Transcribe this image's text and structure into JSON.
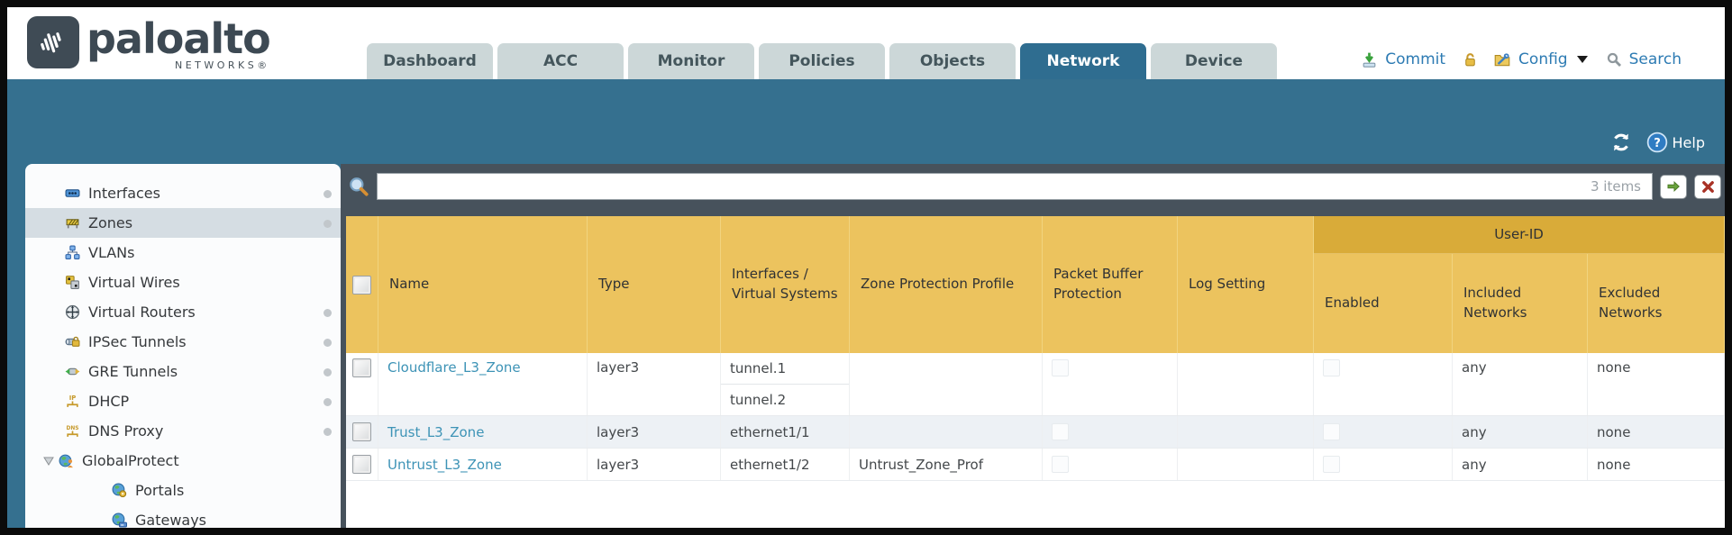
{
  "brand": {
    "name": "paloalto",
    "subtitle": "NETWORKS®"
  },
  "header": {
    "tabs": [
      {
        "label": "Dashboard",
        "active": false
      },
      {
        "label": "ACC",
        "active": false
      },
      {
        "label": "Monitor",
        "active": false
      },
      {
        "label": "Policies",
        "active": false
      },
      {
        "label": "Objects",
        "active": false
      },
      {
        "label": "Network",
        "active": true
      },
      {
        "label": "Device",
        "active": false
      }
    ],
    "actions": {
      "commit": "Commit",
      "config": "Config",
      "search": "Search"
    }
  },
  "banner": {
    "help": "Help"
  },
  "sidebar": {
    "items": [
      {
        "label": "Interfaces",
        "icon": "interfaces-icon",
        "selected": false,
        "has_dot": true
      },
      {
        "label": "Zones",
        "icon": "zones-icon",
        "selected": true,
        "has_dot": true
      },
      {
        "label": "VLANs",
        "icon": "vlans-icon",
        "selected": false,
        "has_dot": false
      },
      {
        "label": "Virtual Wires",
        "icon": "virtual-wires-icon",
        "selected": false,
        "has_dot": false
      },
      {
        "label": "Virtual Routers",
        "icon": "virtual-routers-icon",
        "selected": false,
        "has_dot": true
      },
      {
        "label": "IPSec Tunnels",
        "icon": "ipsec-tunnels-icon",
        "selected": false,
        "has_dot": true
      },
      {
        "label": "GRE Tunnels",
        "icon": "gre-tunnels-icon",
        "selected": false,
        "has_dot": false
      },
      {
        "label": "DHCP",
        "icon": "dhcp-icon",
        "selected": false,
        "has_dot": true
      },
      {
        "label": "DNS Proxy",
        "icon": "dns-proxy-icon",
        "selected": false,
        "has_dot": true
      },
      {
        "label": "GlobalProtect",
        "icon": "globalprotect-icon",
        "selected": false,
        "has_dot": false,
        "expanded": true
      },
      {
        "label": "Portals",
        "icon": "portals-icon",
        "selected": false,
        "has_dot": false,
        "child": true
      },
      {
        "label": "Gateways",
        "icon": "gateways-icon",
        "selected": false,
        "has_dot": false,
        "child": true
      }
    ]
  },
  "toolbar": {
    "filter_value": "",
    "items_count": "3 items"
  },
  "table": {
    "group_header": "User-ID",
    "columns": [
      "Name",
      "Type",
      "Interfaces / Virtual Systems",
      "Zone Protection Profile",
      "Packet Buffer Protection",
      "Log Setting",
      "Enabled",
      "Included Networks",
      "Excluded Networks"
    ],
    "rows": [
      {
        "name": "Cloudflare_L3_Zone",
        "type": "layer3",
        "interfaces": [
          "tunnel.1",
          "tunnel.2"
        ],
        "zone_protection_profile": "",
        "packet_buffer_protection": false,
        "log_setting": "",
        "user_id_enabled": false,
        "included_networks": "any",
        "excluded_networks": "none"
      },
      {
        "name": "Trust_L3_Zone",
        "type": "layer3",
        "interfaces": [
          "ethernet1/1"
        ],
        "zone_protection_profile": "",
        "packet_buffer_protection": false,
        "log_setting": "",
        "user_id_enabled": false,
        "included_networks": "any",
        "excluded_networks": "none"
      },
      {
        "name": "Untrust_L3_Zone",
        "type": "layer3",
        "interfaces": [
          "ethernet1/2"
        ],
        "zone_protection_profile": "Untrust_Zone_Prof",
        "packet_buffer_protection": false,
        "log_setting": "",
        "user_id_enabled": false,
        "included_networks": "any",
        "excluded_networks": "none"
      }
    ]
  },
  "colors": {
    "banner": "#35708f",
    "content_bg": "#47525c",
    "table_header": "#ecc35e",
    "user_id_band": "#d9ab39",
    "link": "#3d93b6"
  }
}
